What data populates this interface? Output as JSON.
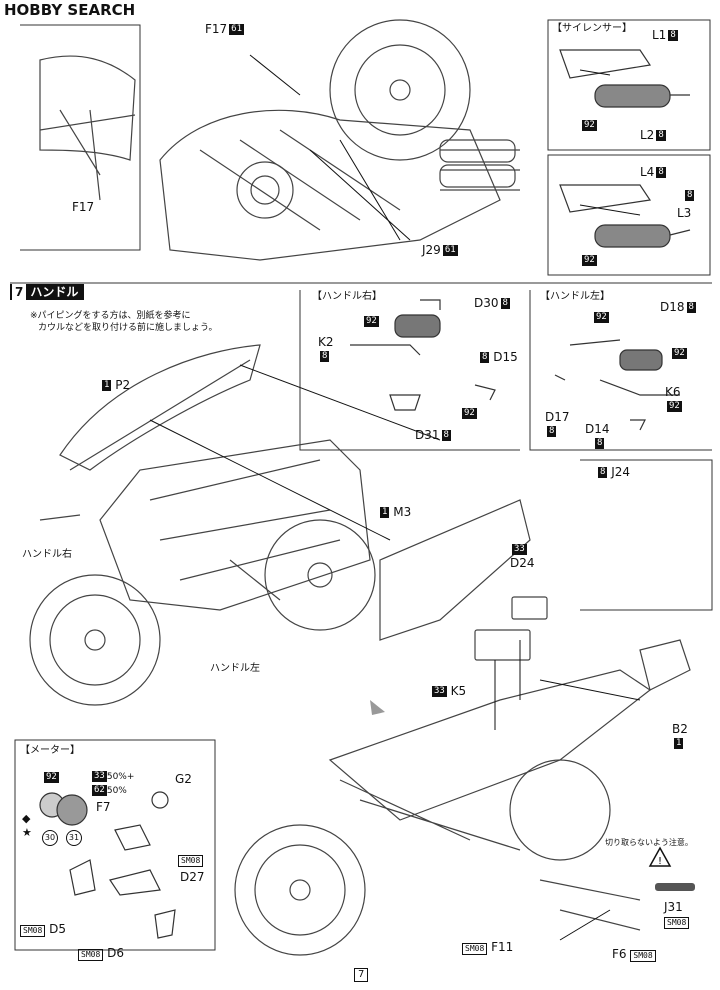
{
  "brand": {
    "logo_text": "HOBBY SEARCH"
  },
  "top": {
    "f17_top": {
      "label": "F17",
      "code": "61"
    },
    "f17_left": {
      "label": "F17"
    },
    "j29": {
      "label": "J29",
      "code": "61"
    },
    "silencer_title": "【サイレンサー】",
    "l1": {
      "label": "L1",
      "code": "8"
    },
    "l2": {
      "label": "L2",
      "code": "8"
    },
    "l3": {
      "label": "L3",
      "code": "8"
    },
    "l4": {
      "label": "L4",
      "code": "8"
    },
    "l3_code": "8",
    "paint_92_a": "92",
    "paint_92_b": "92"
  },
  "step7": {
    "number": "7",
    "title": "ハンドル",
    "note_line1": "※パイピングをする方は、別紙を参考に",
    "note_line2": "カウルなどを取り付ける前に施しましょう。",
    "handle_right_title": "【ハンドル右】",
    "handle_left_title": "【ハンドル左】",
    "d30": {
      "label": "D30",
      "code": "8"
    },
    "k2": {
      "label": "K2",
      "code": "8"
    },
    "d15": {
      "label": "D15",
      "code": "8"
    },
    "d31": {
      "label": "D31",
      "code": "8"
    },
    "paint_92_r1": "92",
    "paint_92_r2": "92",
    "d18": {
      "label": "D18",
      "code": "8"
    },
    "paint_92_l1": "92",
    "paint_92_l2": "92",
    "k6": {
      "label": "K6",
      "code": "92"
    },
    "d17": {
      "label": "D17",
      "code": "8"
    },
    "d14": {
      "label": "D14",
      "code": "8"
    },
    "p2": {
      "label": "P2",
      "code": "1"
    },
    "m3": {
      "label": "M3",
      "code": "1"
    },
    "j24": {
      "label": "J24",
      "code": "8"
    },
    "handle_right_callout": "ハンドル右",
    "handle_left_callout": "ハンドル左"
  },
  "bottom": {
    "d24": {
      "label": "D24",
      "code": "33"
    },
    "k5": {
      "label": "K5",
      "code": "33"
    },
    "b2": {
      "label": "B2",
      "code": "1"
    },
    "meter_title": "【メーター】",
    "meter_paint_92": "92",
    "mix_line1": "50%+",
    "mix_line1_code": "33",
    "mix_line2": "50%",
    "mix_line2_code": "62",
    "decal_30": "30",
    "decal_31": "31",
    "g2": {
      "label": "G2"
    },
    "f7": {
      "label": "F7"
    },
    "sm08_a": "SM08",
    "d27": {
      "label": "D27"
    },
    "d5": {
      "label": "D5",
      "sm": "SM08"
    },
    "d6": {
      "label": "D6",
      "sm": "SM08"
    },
    "warning_text": "切り取らないよう注意。",
    "j31": {
      "label": "J31",
      "sm": "SM08"
    },
    "f11": {
      "label": "F11",
      "sm": "SM08"
    },
    "f6": {
      "label": "F6",
      "sm": "SM08"
    },
    "page_number": "7"
  }
}
